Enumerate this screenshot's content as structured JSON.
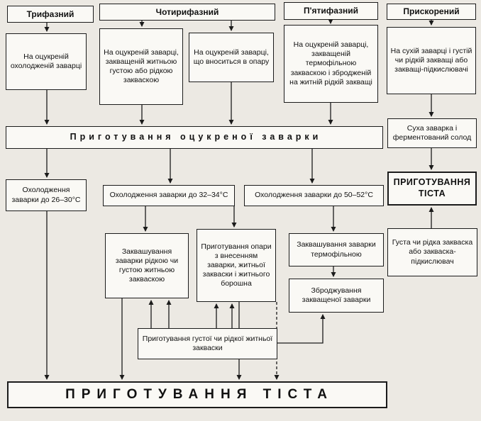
{
  "colors": {
    "background": "#ece9e3",
    "box_fill": "#faf9f5",
    "border": "#1b1b1b"
  },
  "headers": {
    "three_phase": "Трифазний",
    "four_phase": "Чотирифазний",
    "five_phase": "П'ятифазний",
    "accelerated": "Прискорений"
  },
  "variant_boxes": {
    "three_phase": "На оцукреній охолодженій заварці",
    "four_phase_a": "На оцукреній заварці, закващеній житньою густою або рідкою закваскою",
    "four_phase_b": "На оцукреній заварці, що вноситься в опару",
    "five_phase": "На оцукреній заварці, закващеній термофільною закваскою і збродженій на житній рідкій закващі",
    "accelerated": "На сухій заварці і густій чи рідкій закващі або закващі-підкислювачі"
  },
  "process": {
    "saccharified_brew_bar": "Приготування оцукреної заварки",
    "dry_brew_malt": "Суха заварка і ферментований солод",
    "cooling_26_30": "Охолодження заварки до 26–30°С",
    "cooling_32_34": "Охолодження заварки до 32–34°С",
    "cooling_50_52": "Охолодження заварки до 50–52°С",
    "dough_prep_right": "ПРИГОТУВАННЯ ТІСТА",
    "souring_rye_starter": "Заквашування заварки рідкою чи густою житньою закваскою",
    "opara_prep": "Приготування опари з внесенням заварки, житньої закваски і житнього борошна",
    "souring_thermophilic": "Заквашування заварки термофільною",
    "fermentation_soured_brew": "Зброджування закващеної заварки",
    "thick_or_liquid_starter": "Густа чи рідка закваска або закваска-підкислювач",
    "rye_starter_prep": "Приготування густої чи рідкої житньої закваски",
    "dough_prep_bottom": "ПРИГОТУВАННЯ ТІСТА"
  }
}
